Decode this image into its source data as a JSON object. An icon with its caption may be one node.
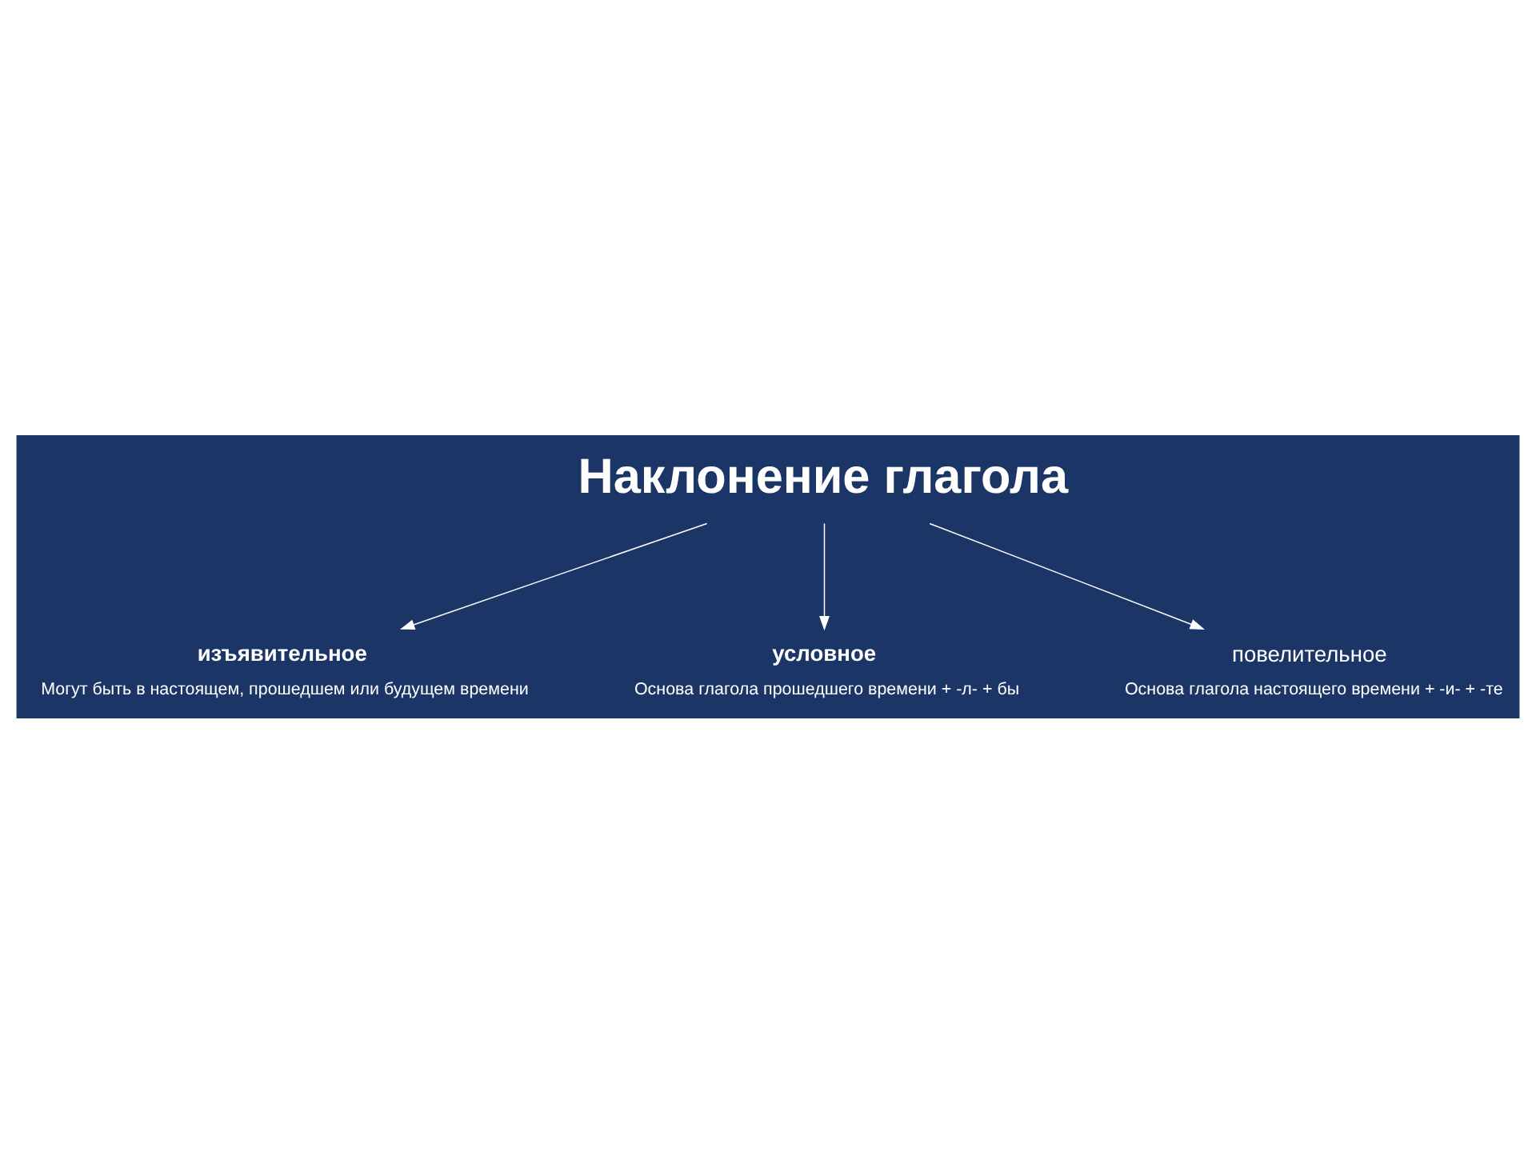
{
  "diagram": {
    "nodes": [
      {
        "text": [
          "Наклонение глагола"
        ]
      },
      {
        "text": [
          "изъявительное"
        ],
        "beside": [
          "Могут быть в настоящем, прошедшем или будущем времени"
        ]
      },
      {
        "text": [
          "условное"
        ],
        "beside": [
          "Основа глагола прошедшего времени + -л- + бы"
        ]
      },
      {
        "text": [
          "повелительное"
        ],
        "beside": [
          "Основа глагола настоящего времени + -и- + -те"
        ]
      }
    ],
    "edges": [
      {
        "from": 0,
        "to": 1,
        "arrow": "to"
      },
      {
        "from": 0,
        "to": 2,
        "arrow": "to"
      },
      {
        "from": 0,
        "to": 3,
        "arrow": "to"
      }
    ]
  }
}
